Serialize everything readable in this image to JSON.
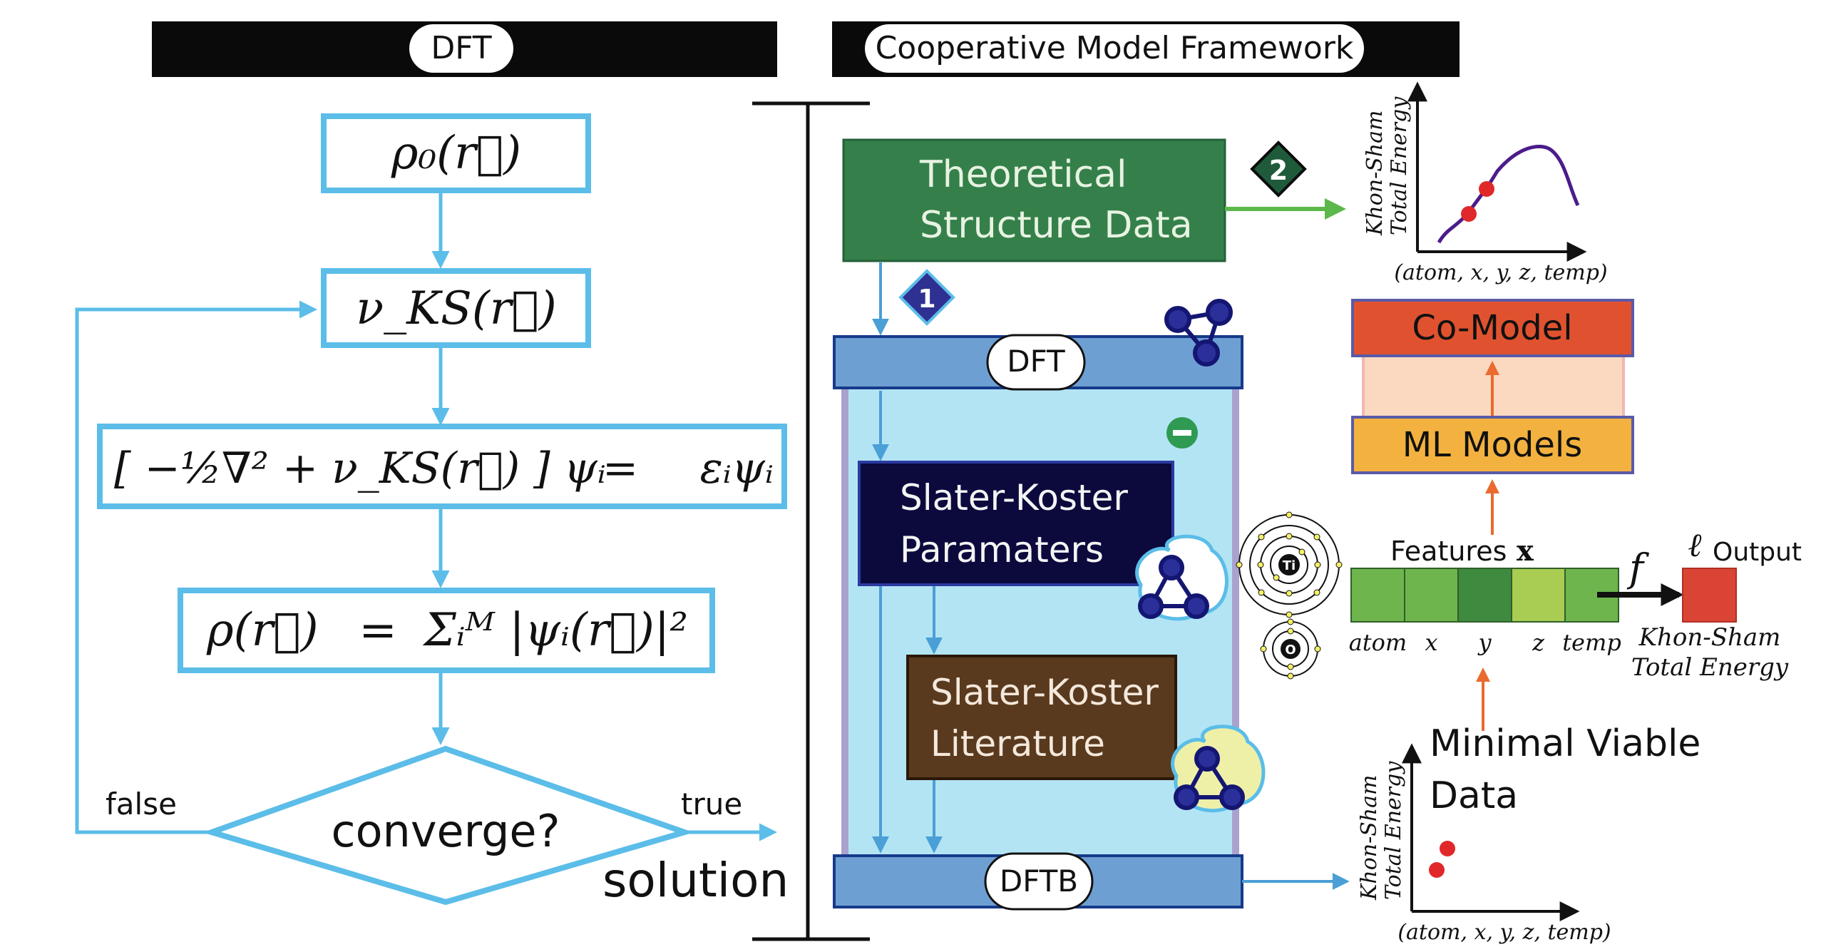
{
  "left_panel": {
    "header": "DFT",
    "steps": {
      "initial_density": "ρ₀(r⃗)",
      "ks_potential": "ν_KS(r⃗)",
      "ks_equation_lhs": "[ −½∇² + ν_KS(r⃗) ] ψᵢ",
      "ks_equation_eq": "=",
      "ks_equation_rhs": "εᵢψᵢ",
      "density_lhs": "ρ(r⃗)",
      "density_eq": "=",
      "density_rhs": "Σᵢᴹ |ψᵢ(r⃗)|²"
    },
    "decision": "converge?",
    "false_label": "false",
    "true_label": "true",
    "solution_label": "solution"
  },
  "right_panel": {
    "header": "Cooperative Model Framework",
    "theoretical_box": [
      "Theoretical",
      "Structure Data"
    ],
    "badge_1": "1",
    "badge_2": "2",
    "dft_bar": "DFT",
    "dftb_bar": "DFTB",
    "minus_badge": "−",
    "sk_params": [
      "Slater-Koster",
      "Paramaters"
    ],
    "sk_literature": [
      "Slater-Koster",
      "Literature"
    ],
    "co_model": "Co-Model",
    "ml_models": "ML Models",
    "features_label": "Features",
    "features_symbol": "x",
    "feature_names": [
      "atom",
      "x",
      "y",
      "z",
      "temp"
    ],
    "feature_colors": [
      "#6db54c",
      "#6db54c",
      "#3e8a3e",
      "#a9cc52",
      "#6db54c"
    ],
    "function_symbol": "f",
    "loss_symbol": "ℓ",
    "output_label": "Output",
    "output_caption": [
      "Khon-Sham",
      "Total Energy"
    ],
    "minimal_viable": [
      "Minimal Viable",
      "Data"
    ],
    "atom_ti": "Ti",
    "atom_o": "O",
    "top_plot": {
      "ylabel": [
        "Khon-Sham",
        "Total Energy"
      ],
      "xlabel": "(atom, x, y, z, temp)"
    },
    "bottom_plot": {
      "ylabel": [
        "Khon-Sham",
        "Total Energy"
      ],
      "xlabel": "(atom, x, y, z, temp)"
    }
  },
  "colors": {
    "flow_blue": "#5bbde8",
    "theoretical_green": "#35804a",
    "arrow_green": "#5cb84a",
    "sk_params_navy": "#0c0a3d",
    "sk_lit_brown": "#5a3a1e",
    "bar_blue": "#6e9fd3",
    "panel_cyan": "#b3e4f4",
    "co_model_red": "#e0522f",
    "ml_models_orange": "#f3b23f",
    "arrow_orange": "#ea6a2f",
    "output_red": "#d94434",
    "dot_red": "#e0282a"
  }
}
